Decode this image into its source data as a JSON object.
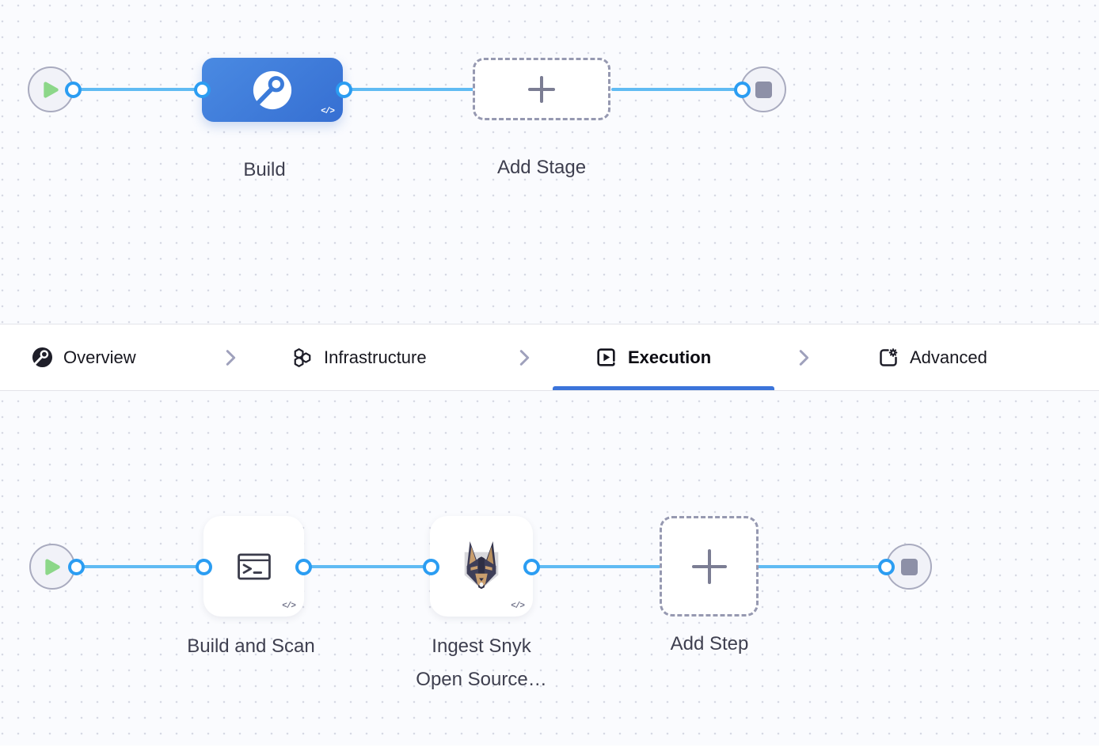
{
  "glyphs": {
    "code": "</>"
  },
  "stage_pipeline": {
    "stage_label": "Build",
    "add_stage_label": "Add Stage"
  },
  "tabbar": {
    "tabs": [
      {
        "label": "Overview",
        "icon": "ci-overview-icon",
        "active": false
      },
      {
        "label": "Infrastructure",
        "icon": "hexagons-icon",
        "active": false
      },
      {
        "label": "Execution",
        "icon": "play-square-icon",
        "active": true
      },
      {
        "label": "Advanced",
        "icon": "doc-gear-icon",
        "active": false
      }
    ],
    "active_tab": "Execution"
  },
  "execution_pipeline": {
    "steps": [
      {
        "label": "Build and Scan",
        "icon": "terminal-icon"
      },
      {
        "label": "Ingest Snyk Open Source…",
        "icon": "snyk-doberman-icon"
      }
    ],
    "add_step_label": "Add Step"
  },
  "colors": {
    "stage_blue": "#3c7edb",
    "edge_blue": "#60bbf3",
    "port_blue": "#2b9df2",
    "accent_underline": "#3b74da",
    "play_green": "#8cd789",
    "end_square_gray": "#8d90a7"
  }
}
